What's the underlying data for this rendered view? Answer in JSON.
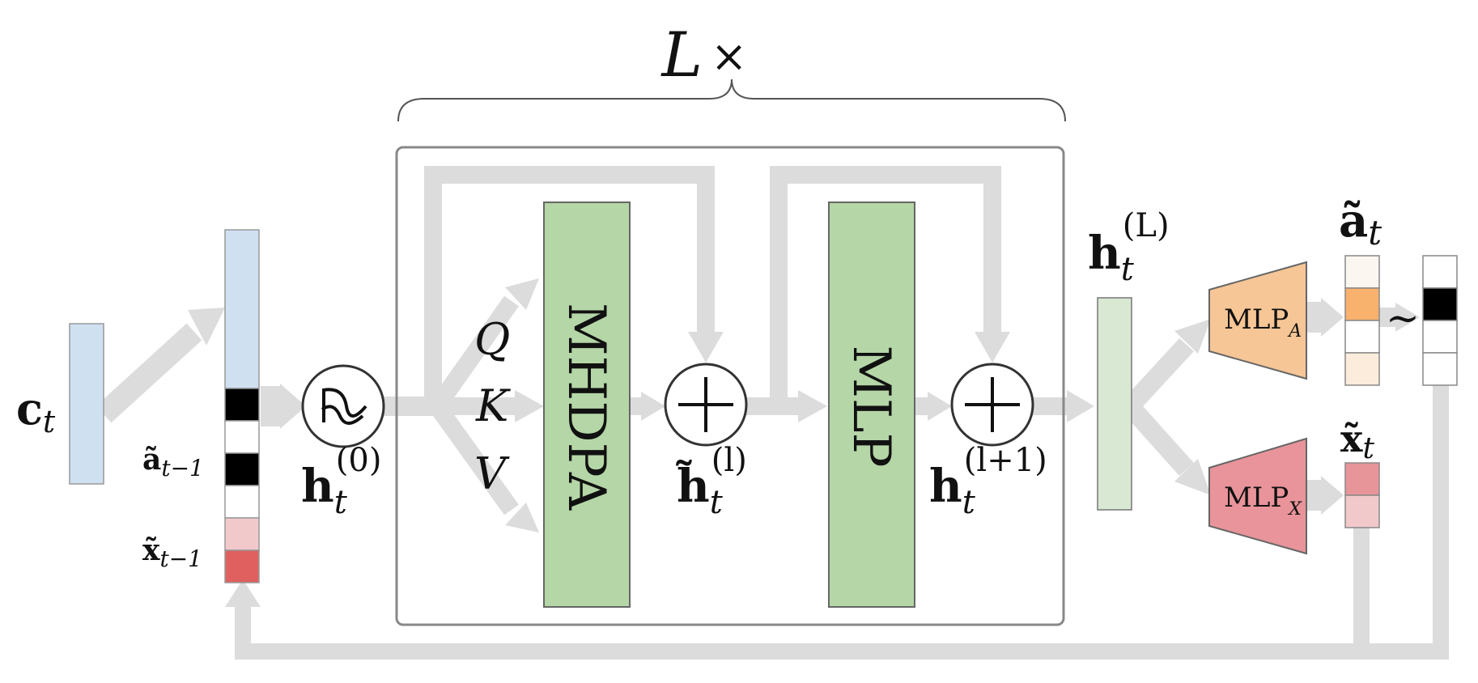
{
  "repeat": {
    "L": "L",
    "times": "×"
  },
  "labels": {
    "c": "c",
    "c_sub": "t",
    "a_prev": "ã",
    "a_prev_sub": "t−1",
    "x_prev": "x̃",
    "x_prev_sub": "t−1",
    "h0": "h",
    "h0_sub": "t",
    "h0_sup": "(0)",
    "q": "Q",
    "k": "K",
    "v": "V",
    "hl_tilde": "h̃",
    "hl_tilde_sub": "t",
    "hl_tilde_sup": "(l)",
    "hl1": "h",
    "hl1_sub": "t",
    "hl1_sup": "(l+1)",
    "hL": "h",
    "hL_sub": "t",
    "hL_sup": "(L)",
    "a_t": "ã",
    "a_t_sub": "t",
    "x_t": "x̃",
    "x_t_sub": "t",
    "sample": "∼"
  },
  "blocks": {
    "mhdpa": "MHDPA",
    "mlp": "MLP",
    "mlp_a": "MLP",
    "mlp_a_sub": "A",
    "mlp_x": "MLP",
    "mlp_x_sub": "X",
    "plus": "+"
  },
  "colors": {
    "input_blue": "#cfe0f1",
    "green_block": "#b5d6a7",
    "hidden_green": "#d8e8d2",
    "mlp_a_orange": "#f6c696",
    "mlp_x_red": "#e8949a",
    "flow_gray": "#dcdcdc",
    "a_cell_orange": "#f9b16e",
    "a_cell_light": "#fcecdc",
    "a_cell_lighter": "#fbf6f0",
    "x_cell_dark": "#e8959a",
    "x_cell_light": "#f2c9cb",
    "x_prev_light": "#f2c9cb",
    "x_prev_dark": "#e05f5f",
    "black": "#000000"
  }
}
